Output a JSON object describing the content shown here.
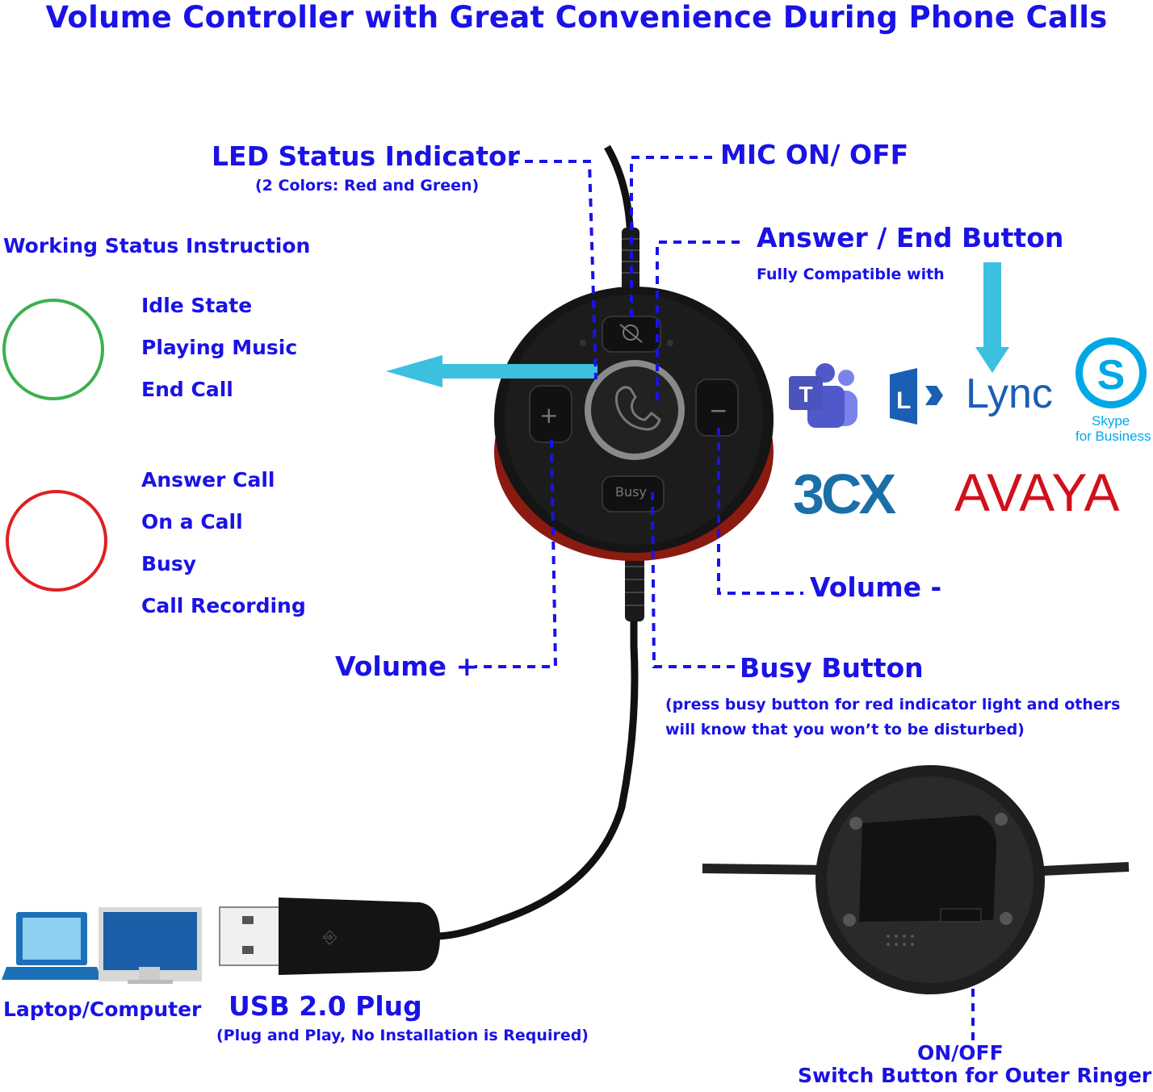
{
  "title": "Volume Controller with Great Convenience During Phone Calls",
  "labels": {
    "led_title": "LED Status Indicator",
    "led_sub": "(2 Colors: Red and Green)",
    "mic": "MIC ON/ OFF",
    "answer_title": "Answer / End Button",
    "answer_sub": "Fully Compatible with",
    "volume_minus": "Volume -",
    "volume_plus": "Volume +",
    "busy_title": "Busy Button",
    "busy_sub_1": "(press busy button for red indicator light and others",
    "busy_sub_2": "will know that you won’t to be disturbed)",
    "usb_title": "USB 2.0 Plug",
    "usb_sub": "(Plug and Play, No Installation is Required)",
    "laptop": "Laptop/Computer",
    "onoff_title": "ON/OFF",
    "onoff_sub": "Switch Button for Outer Ringer"
  },
  "working_status": {
    "heading": "Working Status Instruction",
    "green_states": [
      "Idle State",
      "Playing Music",
      "End Call"
    ],
    "red_states": [
      "Answer Call",
      "On a Call",
      "Busy",
      "Call Recording"
    ],
    "green_color": "#3cb050",
    "red_color": "#e02020"
  },
  "device_buttons": {
    "plus": "+",
    "minus": "−",
    "busy": "Busy"
  },
  "logos": {
    "lync": "Lync",
    "skype_1": "Skype",
    "skype_2": "for Business",
    "threecx": "3CX",
    "avaya": "AVAYA"
  },
  "colors": {
    "label_blue": "#1a12e6",
    "arrow_cyan": "#3cc0e0",
    "avaya_red": "#d0101c",
    "skype_blue": "#00a8e6",
    "lync_blue": "#1a5fb4",
    "threecx_blue": "#1a6fa8"
  }
}
